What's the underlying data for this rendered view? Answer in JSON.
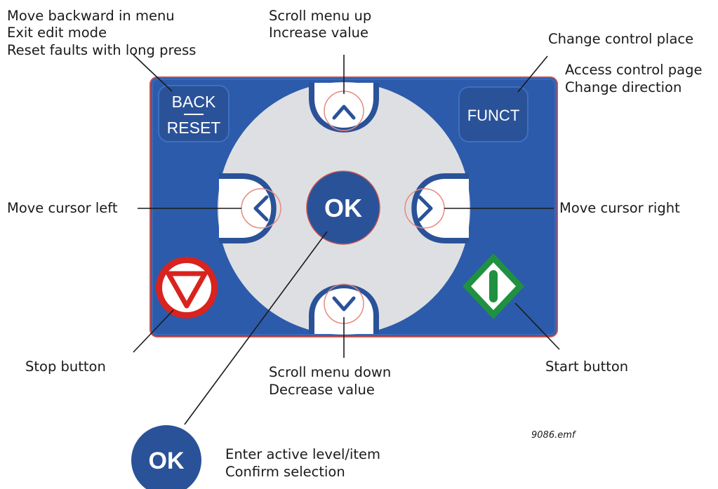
{
  "buttons": {
    "back_top": "BACK",
    "back_bottom": "RESET",
    "funct": "FUNCT",
    "ok": "OK"
  },
  "labels": {
    "back": [
      "Move backward in menu",
      "Exit edit mode",
      "Reset faults with long press"
    ],
    "up": [
      "Scroll menu up",
      "Increase value"
    ],
    "funct_line1": "Change control place",
    "funct_extra": [
      "Access control page",
      "Change direction"
    ],
    "left": "Move cursor left",
    "right": "Move cursor right",
    "stop": "Stop button",
    "down": [
      "Scroll menu down",
      "Decrease value"
    ],
    "start": "Start button",
    "ok": [
      "Enter active level/item",
      "Confirm selection"
    ],
    "file_ref": "9086.emf"
  },
  "colors": {
    "panel_blue": "#2c5bab",
    "panel_edge": "#c8524e",
    "dial_grey": "#dedfe3",
    "button_dark": "#2a5298",
    "stop_red": "#d8231f",
    "start_green": "#1f9140",
    "ring_salmon": "#e58a80"
  },
  "icons": {
    "stop": "stop-triangle-icon",
    "start": "start-diamond-icon",
    "up": "chevron-up-icon",
    "down": "chevron-down-icon",
    "left": "chevron-left-icon",
    "right": "chevron-right-icon"
  }
}
